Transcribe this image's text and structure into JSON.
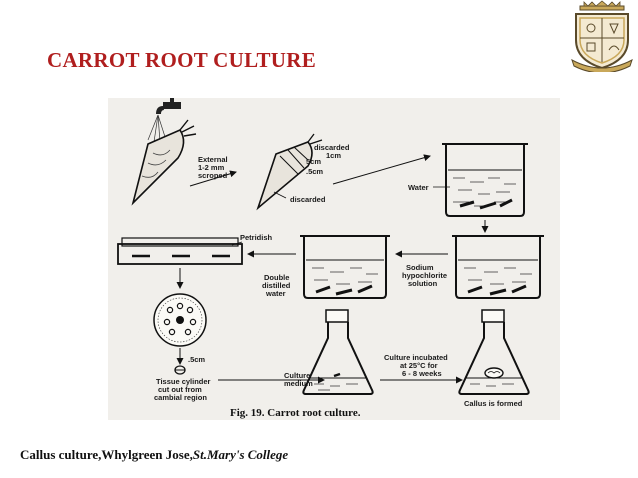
{
  "title": "CARROT ROOT CULTURE",
  "colors": {
    "title": "#b01e1e",
    "emblem_gold": "#c9a85a",
    "emblem_dark": "#5a4a2a"
  },
  "emblem": {
    "icon": "college-crest-icon"
  },
  "figure": {
    "caption": "Fig. 19. Carrot root culture.",
    "labels": {
      "external_l1": "External",
      "external_l2": "1-2 mm",
      "external_l3": "scroped",
      "discarded_top_l1": "discarded",
      "discarded_top_l2": "1cm",
      "five_cm": "5cm",
      "point_five_cm_a": ".5cm",
      "discarded_bottom": "discarded",
      "water": "Water",
      "petridish": "Petridish",
      "double_l1": "Double",
      "double_l2": "distilled",
      "double_l3": "water",
      "sodium_l1": "Sodium",
      "sodium_l2": "hypochlorite",
      "sodium_l3": "solution",
      "point_five_cm_b": ".5cm",
      "tissue_l1": "Tissue cylinder",
      "tissue_l2": "cut out from",
      "tissue_l3": "cambial region",
      "medium_l1": "Culture",
      "medium_l2": "medium",
      "incubated_l1": "Culture incubated",
      "incubated_l2": "at 25°C for",
      "incubated_l3": "6 - 8  weeks",
      "callus": "Callus is formed"
    }
  },
  "footer": {
    "author": "Callus culture,Whylgreen Jose,",
    "college": "St.Mary's College"
  }
}
